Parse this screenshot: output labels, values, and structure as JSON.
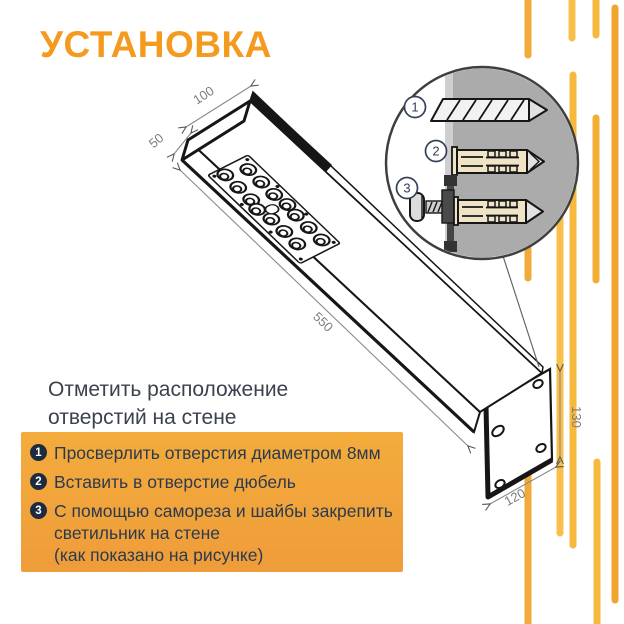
{
  "title": "УСТАНОВКА",
  "intro": {
    "line1": "Отметить расположение",
    "line2": "отверстий на стене"
  },
  "steps": [
    {
      "num": "1",
      "lines": [
        "Просверлить отверстия диаметром 8мм"
      ]
    },
    {
      "num": "2",
      "lines": [
        "Вставить в отверстие дюбель"
      ]
    },
    {
      "num": "3",
      "lines": [
        "С помощью самореза и шайбы закрепить",
        "светильник на стене",
        "(как показано на рисунке)"
      ]
    }
  ],
  "diagram": {
    "dimensions": {
      "width": "100",
      "height": "50",
      "length": "550",
      "plate_height": "130",
      "plate_width": "120"
    },
    "inset_steps": {
      "step1": "1",
      "step2": "2",
      "step3": "3"
    }
  },
  "colors": {
    "accent_orange": "#F49A1E",
    "panel_gradient_top": "#F3AC3C",
    "panel_gradient_bottom": "#EF9C3A",
    "badge_navy": "#1C2B40",
    "text_dark": "#2C3A4F",
    "decor_gold": "#F6BB3B",
    "decor_orange": "#F0A52F",
    "wall_gray": "#ABABAB",
    "dowel_cream": "#EFE4C5"
  }
}
